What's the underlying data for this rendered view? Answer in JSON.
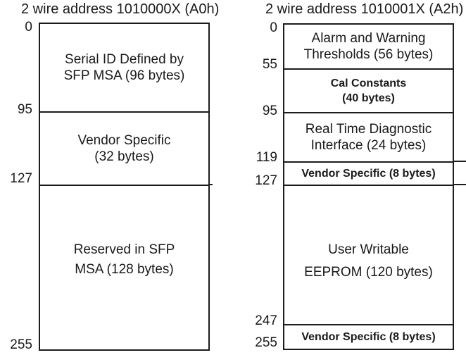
{
  "colors": {
    "background": "#ffffff",
    "line": "#1c1c1c",
    "text": "#1a1a1a"
  },
  "left_diagram": {
    "title": "2 wire address 1010000X (A0h)",
    "ticks": [
      "0",
      "95",
      "127",
      "255"
    ],
    "sections": [
      {
        "label": "Serial ID Defined by\nSFP MSA (96 bytes)"
      },
      {
        "label": "Vendor Specific\n(32 bytes)"
      },
      {
        "label": "Reserved in SFP\nMSA (128 bytes)"
      }
    ]
  },
  "right_diagram": {
    "title": "2 wire address 1010001X (A2h)",
    "ticks": [
      "0",
      "55",
      "95",
      "119",
      "127",
      "247",
      "255"
    ],
    "sections": [
      {
        "label": "Alarm and Warning\nThresholds (56 bytes)"
      },
      {
        "label": "Cal Constants\n(40 bytes)"
      },
      {
        "label": "Real Time Diagnostic\nInterface (24 bytes)"
      },
      {
        "label": "Vendor Specific (8 bytes)"
      },
      {
        "label": "User Writable\nEEPROM (120 bytes)"
      },
      {
        "label": "Vendor Specific (8 bytes)"
      }
    ]
  }
}
